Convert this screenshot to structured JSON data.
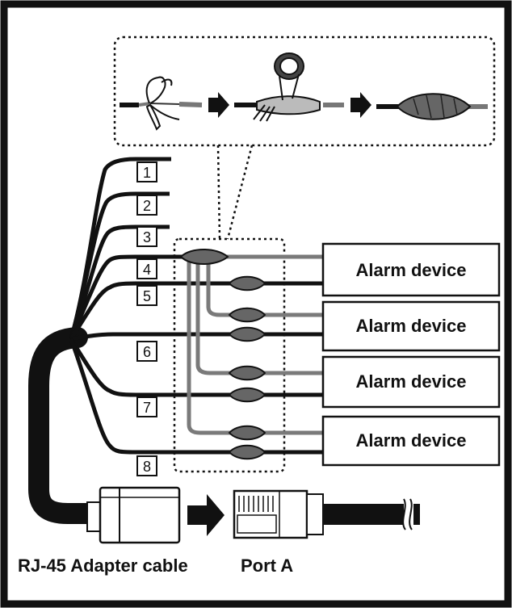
{
  "diagram": {
    "wire_numbers": [
      "1",
      "2",
      "3",
      "4",
      "5",
      "6",
      "7",
      "8"
    ],
    "alarm_devices": [
      {
        "label": "Alarm device"
      },
      {
        "label": "Alarm device"
      },
      {
        "label": "Alarm device"
      },
      {
        "label": "Alarm device"
      }
    ],
    "bottom_labels": {
      "adapter": "RJ-45 Adapter cable",
      "port": "Port A"
    },
    "colors": {
      "frame": "#111111",
      "cable": "#111111",
      "signal_wire": "#7a7a7a",
      "background": "#ffffff"
    }
  }
}
